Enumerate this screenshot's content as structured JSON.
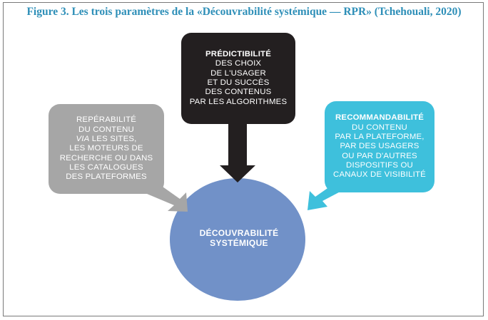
{
  "figure_title": "Figure 3. Les trois paramètres de la «Découvrabilité systémique — RPR» (Tchehouali, 2020)",
  "colors": {
    "title": "#2e8fb8",
    "left_box": "#a6a6a6",
    "top_box": "#231f20",
    "right_box": "#3ec0dc",
    "center_circle": "#7191c8",
    "frame": "#7a7a7a"
  },
  "center": {
    "line1": "DÉCOUVRABILITÉ",
    "line2": "SYSTÉMIQUE"
  },
  "left_box": {
    "heading": "REPÉRABILITÉ",
    "line1": "DU CONTENU",
    "line2_italic": "VIA",
    "line2_rest": " LES SITES,",
    "line3": "LES MOTEURS DE",
    "line4": "RECHERCHE OU DANS",
    "line5": "LES CATALOGUES",
    "line6": "DES PLATEFORMES"
  },
  "top_box": {
    "heading": "PRÉDICTIBILITÉ",
    "line1": "DES CHOIX",
    "line2": "DE L'USAGER",
    "line3": "ET DU SUCCÈS",
    "line4": "DES CONTENUS",
    "line5": "PAR LES ALGORITHMES"
  },
  "right_box": {
    "heading": "RECOMMANDABILITÉ",
    "line1": "DU CONTENU",
    "line2": "PAR LA PLATEFORME,",
    "line3": "PAR DES USAGERS",
    "line4": "OU PAR D'AUTRES",
    "line5": "DISPOSITIFS OU",
    "line6": "CANAUX DE VISIBILITÉ"
  }
}
